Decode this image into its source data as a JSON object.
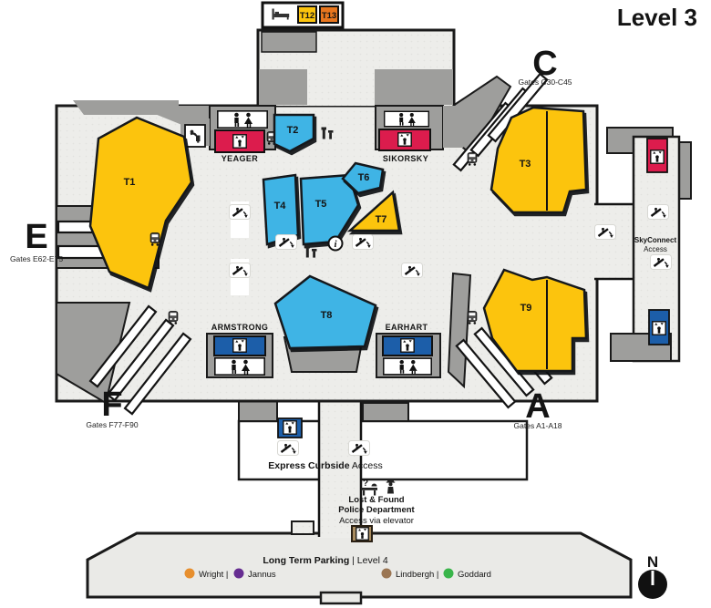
{
  "title": "Level 3",
  "colors": {
    "yellow": "#FCC40D",
    "orange": "#E8761E",
    "blue": "#3FB4E5",
    "red_elevator": "#DC1C4D",
    "blue_elevator": "#1C5EA9",
    "brown_elevator": "#A98C5F"
  },
  "top_box": {
    "t12": "T12",
    "t13": "T13"
  },
  "zones": {
    "t1": "T1",
    "t2": "T2",
    "t3": "T3",
    "t4": "T4",
    "t5": "T5",
    "t6": "T6",
    "t7": "T7",
    "t8": "T8",
    "t9": "T9"
  },
  "lobbies": {
    "yeager": "YEAGER",
    "sikorsky": "SIKORSKY",
    "armstrong": "ARMSTRONG",
    "earhart": "EARHART"
  },
  "concourses": {
    "c": {
      "letter": "C",
      "gates": "Gates C30-C45"
    },
    "e": {
      "letter": "E",
      "gates": "Gates E62-E75"
    },
    "f": {
      "letter": "F",
      "gates": "Gates F77-F90"
    },
    "a": {
      "letter": "A",
      "gates": "Gates A1-A18"
    }
  },
  "skyconnect": {
    "line1": "SkyConnect",
    "line2": "Access"
  },
  "curbside": {
    "bold": "Express Curbside",
    "rest": " Access"
  },
  "lost_found": {
    "line1": "Lost & Found",
    "line2": "Police Department",
    "line3": "Access via elevator"
  },
  "parking": {
    "bold": "Long Term Parking",
    "rest": " | Level 4"
  },
  "legend": [
    {
      "label": "Wright |",
      "color": "#E78F2E"
    },
    {
      "label": "Jannus",
      "color": "#662D91"
    },
    {
      "label": "Lindbergh |",
      "color": "#9B7653"
    },
    {
      "label": "Goddard",
      "color": "#39B54A"
    }
  ],
  "compass": {
    "label": "N"
  },
  "icons": {
    "info": "i",
    "question": "?"
  }
}
